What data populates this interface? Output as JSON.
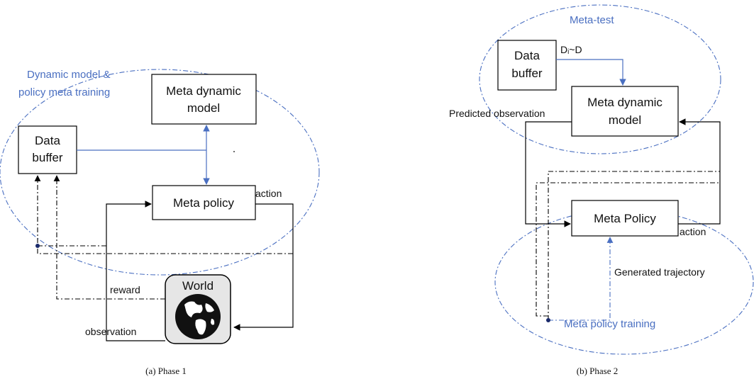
{
  "colors": {
    "accent": "#4a6fc1",
    "ink": "#000000"
  },
  "phase1": {
    "group_label_line1": "Dynamic model &",
    "group_label_line2": "policy meta training",
    "meta_dynamic_model_line1": "Meta dynamic",
    "meta_dynamic_model_line2": "model",
    "data_buffer_line1": "Data",
    "data_buffer_line2": "buffer",
    "meta_policy": "Meta policy",
    "world": "World",
    "action": "action",
    "reward": "reward",
    "observation": "observation",
    "caption": "(a) Phase 1"
  },
  "phase2": {
    "meta_test_label": "Meta-test",
    "data_buffer_line1": "Data",
    "data_buffer_line2": "buffer",
    "sample_label": "Dᵢ~D",
    "meta_dynamic_model_line1": "Meta dynamic",
    "meta_dynamic_model_line2": "model",
    "predicted_observation": "Predicted observation",
    "meta_policy": "Meta Policy",
    "action": "action",
    "generated_trajectory": "Generated trajectory",
    "meta_policy_training_label": "Meta policy training",
    "caption": "(b) Phase 2"
  }
}
